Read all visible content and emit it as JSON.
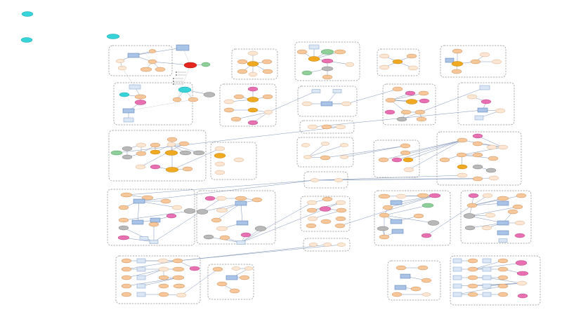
{
  "diagram": {
    "title": "",
    "colors": {
      "entity": "#f7c79a",
      "entity_light": "#fde6d2",
      "hub": "#f2a922",
      "highlight": "#e86fb1",
      "external": "#b8b8b8",
      "legend_cyan": "#36d3d9",
      "alert": "#e5261f",
      "green": "#8fcf9a",
      "box": "#a9c4e6",
      "box_light": "#dbe7f5",
      "edge": "#7d93b8"
    },
    "legend": [
      {
        "name": "legend-node-1",
        "label": ""
      },
      {
        "name": "legend-node-2",
        "label": ""
      },
      {
        "name": "legend-node-3",
        "label": ""
      }
    ],
    "groups": [
      {
        "name": "group-1",
        "title": ""
      },
      {
        "name": "group-2",
        "title": ""
      },
      {
        "name": "group-3",
        "title": ""
      },
      {
        "name": "group-4",
        "title": ""
      },
      {
        "name": "group-5",
        "title": ""
      },
      {
        "name": "group-6",
        "title": ""
      },
      {
        "name": "group-7",
        "title": ""
      },
      {
        "name": "group-8",
        "title": ""
      },
      {
        "name": "group-9",
        "title": ""
      },
      {
        "name": "group-10",
        "title": ""
      },
      {
        "name": "group-11",
        "title": ""
      },
      {
        "name": "group-12",
        "title": ""
      },
      {
        "name": "group-13",
        "title": ""
      },
      {
        "name": "group-14",
        "title": ""
      },
      {
        "name": "group-15",
        "title": ""
      },
      {
        "name": "group-16",
        "title": ""
      },
      {
        "name": "group-17",
        "title": ""
      },
      {
        "name": "group-18",
        "title": ""
      },
      {
        "name": "group-19",
        "title": ""
      },
      {
        "name": "group-20",
        "title": ""
      },
      {
        "name": "group-21",
        "title": ""
      },
      {
        "name": "group-22",
        "title": ""
      },
      {
        "name": "group-23",
        "title": ""
      },
      {
        "name": "group-24",
        "title": ""
      },
      {
        "name": "group-25",
        "title": ""
      },
      {
        "name": "group-26",
        "title": ""
      },
      {
        "name": "group-27",
        "title": ""
      },
      {
        "name": "group-28",
        "title": ""
      }
    ]
  }
}
